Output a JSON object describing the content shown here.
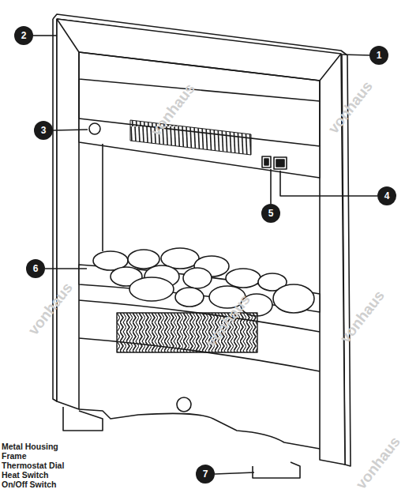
{
  "diagram": {
    "nodes": [
      {
        "text": [
          "1"
        ]
      },
      {
        "text": [
          "2"
        ]
      },
      {
        "text": [
          "3"
        ]
      },
      {
        "text": [
          "4"
        ]
      },
      {
        "text": [
          "5"
        ]
      },
      {
        "text": [
          "6"
        ]
      },
      {
        "text": [
          "7"
        ]
      }
    ],
    "labels": [
      "Metal Housing",
      "Frame",
      "Thermostat Dial",
      "Heat Switch",
      "On/Off Switch",
      "vonhaus",
      "vonhaus",
      "vonhaus",
      "vonhaus",
      "vonhaus",
      "vonhaus"
    ]
  }
}
